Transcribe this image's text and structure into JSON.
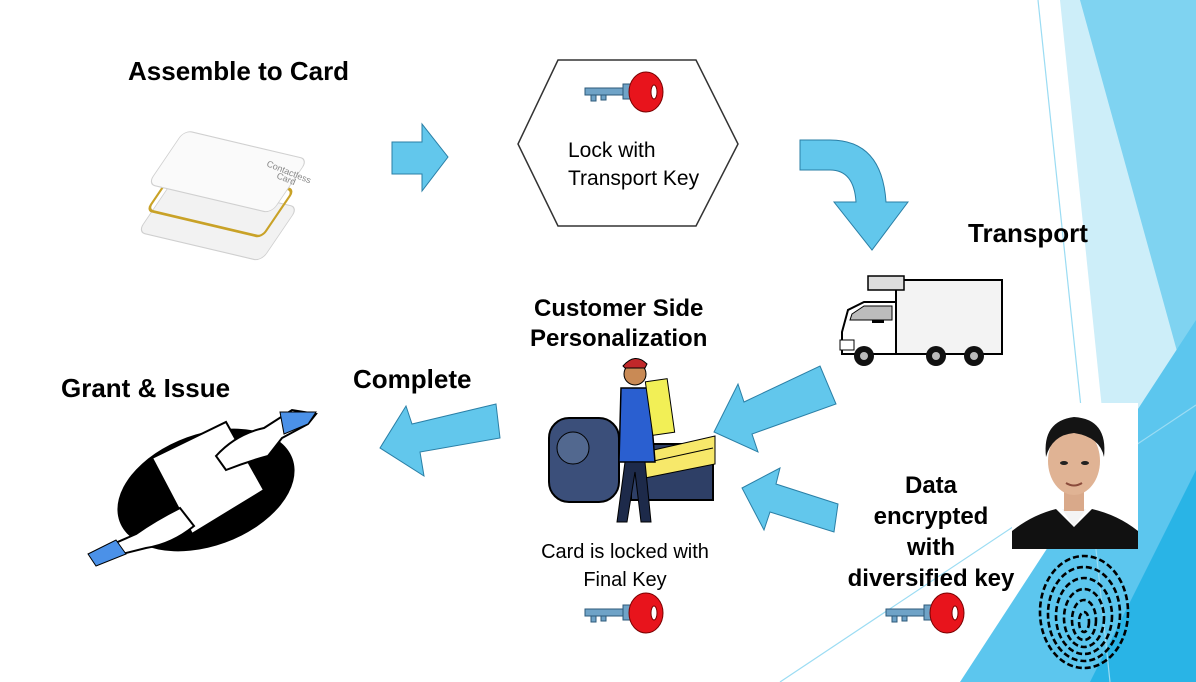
{
  "labels": {
    "assemble": "Assemble to Card",
    "lock_line1": "Lock with",
    "lock_line2": "Transport Key",
    "transport": "Transport",
    "customer_line1": "Customer Side",
    "customer_line2": "Personalization",
    "complete": "Complete",
    "grant_issue": "Grant & Issue",
    "locked_line1": "Card is locked with",
    "locked_line2": "Final Key",
    "data_line1": "Data",
    "data_line2": "encrypted",
    "data_line3": "with",
    "data_line4": "diversified key"
  },
  "card_text_line1": "Contactless",
  "card_text_line2": "Card",
  "colors": {
    "arrow_fill": "#62c7ec",
    "arrow_stroke": "#2a7fa6",
    "key_red": "#e8141c",
    "key_blue": "#6fa3c7",
    "accent_cyan": "#29b4e6"
  },
  "icons": [
    "contactless-card-icon",
    "red-key-icon",
    "truck-icon",
    "worker-press-icon",
    "handover-icon",
    "portrait-photo",
    "fingerprint-icon"
  ]
}
